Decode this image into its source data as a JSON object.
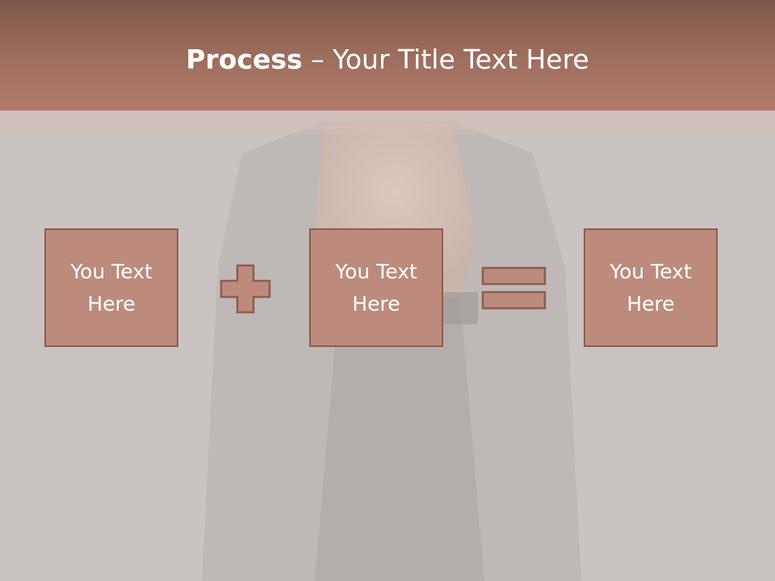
{
  "slide": {
    "title_bold": "Process",
    "title_separator": " – ",
    "title_rest": "Your Title Text Here",
    "colors": {
      "title_bar": "#9a6b5b",
      "box_fill": "#bc8b7b",
      "box_border": "#8f5c4d",
      "background": "#c9c4c2"
    }
  },
  "process": {
    "boxes": [
      {
        "label": "You Text Here"
      },
      {
        "label": "You Text Here"
      },
      {
        "label": "You Text Here"
      }
    ],
    "operators": [
      "plus-icon",
      "equals-icon"
    ]
  }
}
